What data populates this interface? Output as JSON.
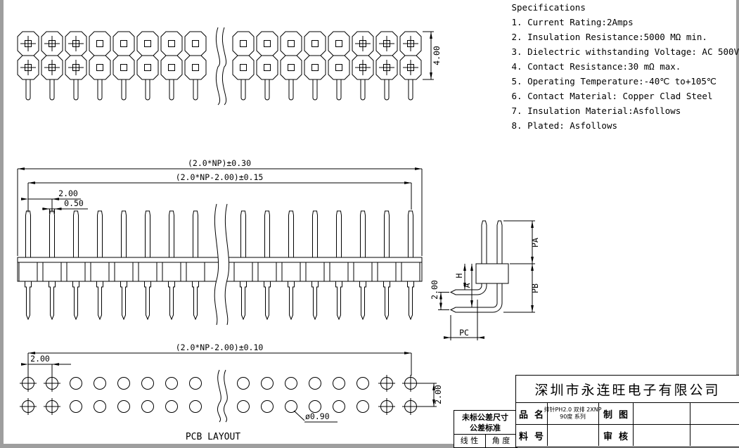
{
  "specifications": {
    "title": "Specifications",
    "items": [
      "1. Current Rating:2Amps",
      "2. Insulation Resistance:5000 MΩ min.",
      "3. Dielectric withstanding Voltage: AC 500V",
      "4. Contact Resistance:30 mΩ max.",
      "5. Operating Temperature:-40℃ to+105℃",
      "6. Contact Material: Copper Clad Steel",
      "7. Insulation Material:Asfollows",
      "8. Plated: Asfollows"
    ]
  },
  "top_view": {
    "dim_height": "4.00"
  },
  "front_view": {
    "dim_overall": "(2.0*NP)±0.30",
    "dim_between_pins": "(2.0*NP-2.00)±0.15",
    "dim_pitch": "2.00",
    "dim_pin_width": "0.50"
  },
  "side_view": {
    "dim_row_spacing": "2.00",
    "label_pa": "PA",
    "label_pb": "PB",
    "label_pc": "PC",
    "label_h": "H",
    "label_a": "A"
  },
  "pcb_layout": {
    "dim_span": "(2.0*NP-2.00)±0.10",
    "dim_pitch": "2.00",
    "dim_row_spacing": "2.00",
    "dim_hole_diameter": "ø0.90",
    "caption": "PCB LAYOUT"
  },
  "title_block": {
    "company": "深圳市永连旺电子有限公司",
    "tol_line1": "未标公差尺寸",
    "tol_line2": "公差标准",
    "tol_col1": "线 性",
    "tol_col2": "角 度",
    "row1_label1": "品  名",
    "row1_value_line1": "排针PH2.0 双排 2XNP",
    "row1_value_line2": "90度 系列",
    "row1_label2": "制  图",
    "row2_label1": "料  号",
    "row2_label2": "审  核"
  },
  "drawing": {
    "pin_positions": 16,
    "top_view_crossed": [
      0,
      1,
      2,
      13,
      14,
      15
    ],
    "pcb_crossed": [
      0,
      1,
      14,
      15
    ]
  }
}
